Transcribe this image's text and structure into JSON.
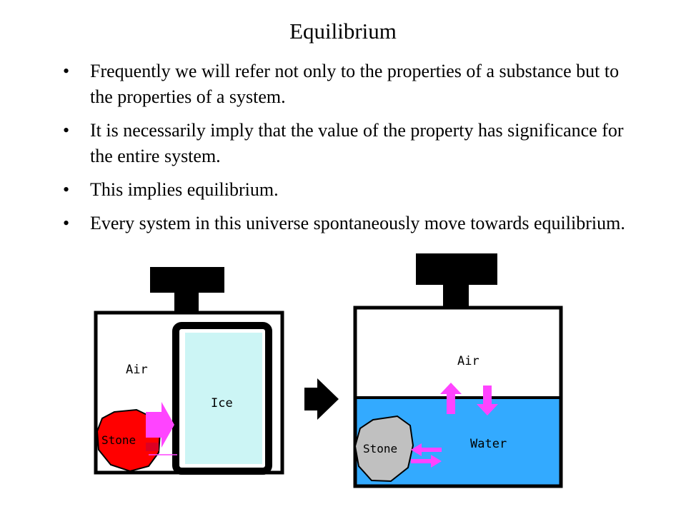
{
  "slide": {
    "title": "Equilibrium",
    "bullets": [
      "Frequently we will refer not only to the properties of a substance but to the properties of a system.",
      "It is necessarily imply that the value of the property has significance for the entire system.",
      "This implies equilibrium.",
      "Every system in this universe spontaneously move towards equilibrium."
    ]
  },
  "diagram": {
    "left_container": {
      "air_label": "Air",
      "ice_label": "Ice",
      "stone_label": "Stone"
    },
    "right_container": {
      "air_label": "Air",
      "water_label": "Water",
      "stone_label": "Stone"
    },
    "colors": {
      "stone_hot": "#ff0000",
      "stone_cool": "#c0c0c0",
      "ice": "#ccf5f5",
      "water": "#33aaff",
      "heat_arrow": "#ff44ff"
    }
  }
}
